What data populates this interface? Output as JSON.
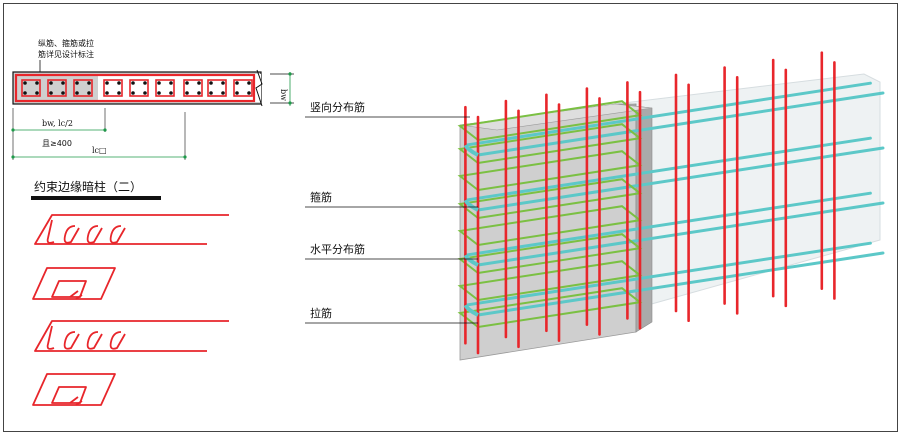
{
  "plan_section": {
    "note_lines": [
      "纵筋、箍筋或拉",
      "筋详见设计标注"
    ],
    "dim_bw": "bw",
    "dim_inner": "bw, lc/2",
    "dim_min": "且≥400",
    "dim_lc": "lc□"
  },
  "section_title": "约束边缘暗柱（二）",
  "callouts": {
    "vertical_bars": "竖向分布筋",
    "stirrups": "箍筋",
    "horizontal_bars": "水平分布筋",
    "tie_bars": "拉筋"
  },
  "colors": {
    "rebar_red": "#e8262b",
    "stirrup_green": "#7bc043",
    "hbar_cyan": "#5cc8c8",
    "concrete_grey": "#c9c9c9"
  }
}
